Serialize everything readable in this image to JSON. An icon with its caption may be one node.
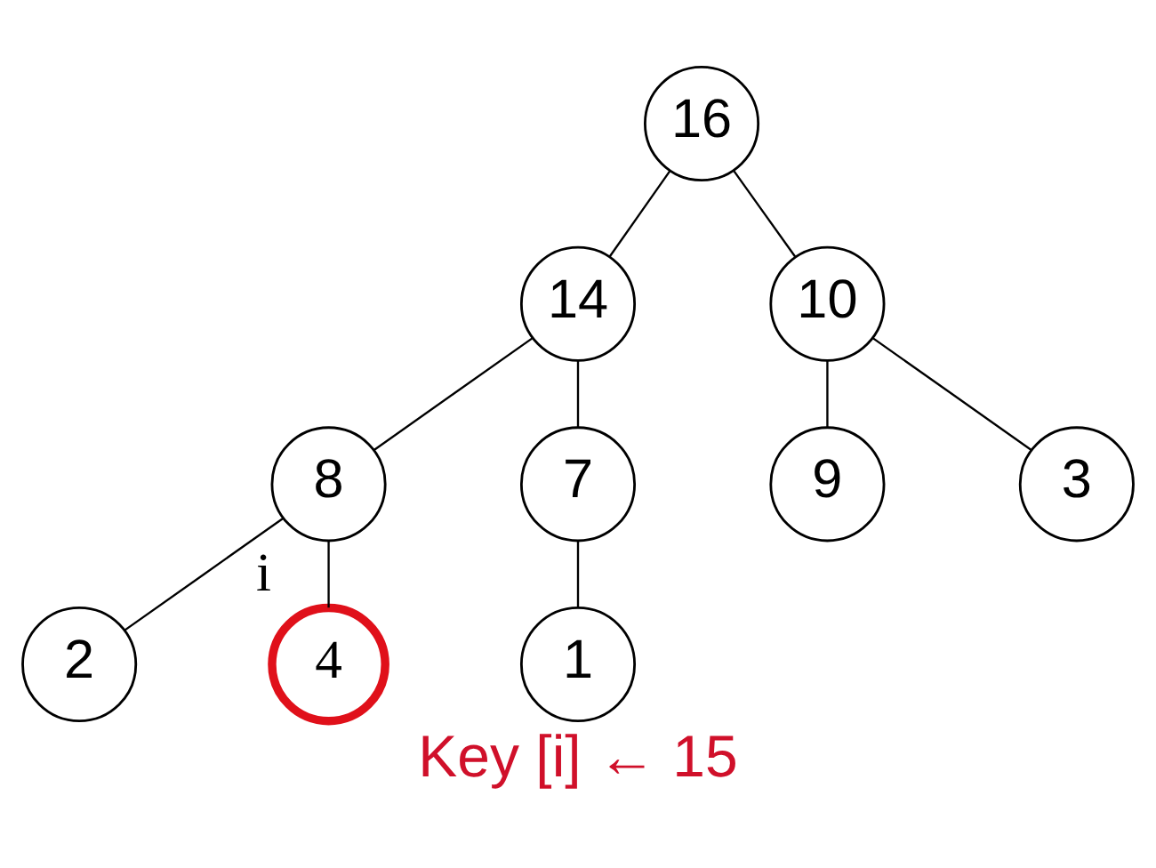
{
  "diagram": {
    "caption": "Key [i] ← 15",
    "nodes": [
      {
        "text": [
          "16"
        ]
      },
      {
        "text": [
          "14"
        ]
      },
      {
        "text": [
          "10"
        ]
      },
      {
        "text": [
          "8"
        ]
      },
      {
        "text": [
          "7"
        ]
      },
      {
        "text": [
          "9"
        ]
      },
      {
        "text": [
          "3"
        ]
      },
      {
        "text": [
          "2"
        ]
      },
      {
        "text": [
          "4"
        ],
        "beside": [
          "i"
        ]
      },
      {
        "text": [
          "1"
        ]
      }
    ],
    "edges": [
      {
        "from": 0,
        "to": 1,
        "arrow": "none"
      },
      {
        "from": 0,
        "to": 2,
        "arrow": "none"
      },
      {
        "from": 1,
        "to": 3,
        "arrow": "none"
      },
      {
        "from": 1,
        "to": 4,
        "arrow": "none"
      },
      {
        "from": 2,
        "to": 5,
        "arrow": "none"
      },
      {
        "from": 2,
        "to": 6,
        "arrow": "none"
      },
      {
        "from": 3,
        "to": 7,
        "arrow": "none"
      },
      {
        "from": 3,
        "to": 8,
        "arrow": "none"
      },
      {
        "from": 4,
        "to": 9,
        "arrow": "none"
      }
    ]
  }
}
